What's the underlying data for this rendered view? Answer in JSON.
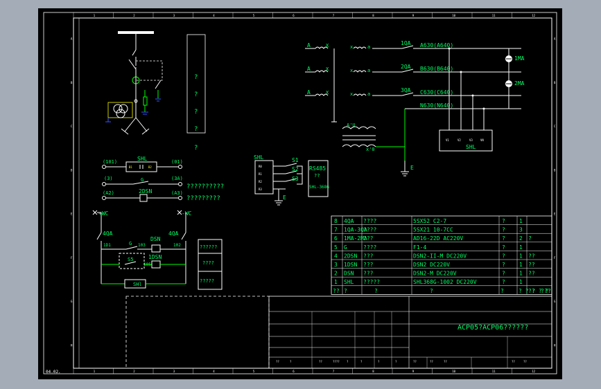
{
  "sheet": {
    "top_ruler": [
      "1",
      "2",
      "3",
      "4",
      "5",
      "6",
      "7",
      "8",
      "9",
      "10",
      "11",
      "12"
    ],
    "bottom_ruler": [
      "1",
      "2",
      "3",
      "4",
      "5",
      "6",
      "7",
      "8",
      "9",
      "10",
      "11",
      "12"
    ],
    "left_ruler": [
      "A",
      "B",
      "C",
      "D",
      "E",
      "F",
      "G",
      "H"
    ],
    "right_ruler": [
      "A",
      "B",
      "C",
      "D",
      "E",
      "F",
      "G",
      "H"
    ],
    "corner_label": "04.02."
  },
  "colors": {
    "background": "#000000",
    "frame": "#ffffff",
    "text": "#00ff66",
    "wire": "#ffffff",
    "accent_yellow": "#ffff00",
    "accent_blue": "#3355ff",
    "accent_green": "#00ff00"
  },
  "single_line": {
    "questions": [
      "?",
      "?",
      "?",
      "?",
      "?"
    ]
  },
  "current_transformers": {
    "phases": [
      "A",
      "A",
      "A"
    ],
    "x_labels": [
      "X",
      "X",
      "X"
    ],
    "secondary_x": [
      "x",
      "x",
      "x"
    ],
    "secondary_a": [
      "a",
      "a",
      "a"
    ],
    "fuses": [
      "1QA",
      "2QA",
      "3QA"
    ],
    "lines": [
      "A630(A640)",
      "B630(B640)",
      "C630(C640)",
      "N630(N640)"
    ],
    "lamps": [
      "1MA",
      "2MA"
    ],
    "meter_box": "SHL",
    "meter_terminals": [
      "V1",
      "V2",
      "V3",
      "VN"
    ],
    "cvt_labels": [
      "A'U",
      "x'0"
    ],
    "ground": "E"
  },
  "shl_block": {
    "title": "SHL",
    "switches": [
      "S1",
      "S2",
      "S3"
    ],
    "rs485": "RS485",
    "rs485_sub": "??",
    "model": "SHL-368G",
    "ground": "E",
    "terminals": [
      "R0",
      "R1",
      "R2",
      "R3"
    ]
  },
  "control": {
    "shl_label": "SHL",
    "left_terminal": "(101)",
    "right_terminal": "(01)",
    "shl_pins": [
      "B1",
      "B2"
    ],
    "row2_left": "(3)",
    "row2_mid": "G",
    "row2_right": "(3A)",
    "row3_left": "(A2)",
    "row3_mid": "2DSN",
    "row3_right": "(A3)",
    "note1": "??????????",
    "note2": "?????????",
    "plus_wc": "+WC",
    "minus_wc": "-WC",
    "qa_left": "4QA",
    "qa_right": "4QA",
    "n101": "1D1",
    "g": "G",
    "n103": "103",
    "dsn": "DSN",
    "n102": "102",
    "s5": "S5",
    "n105": "105",
    "dsn1": "1DSN",
    "shl_bottom": "SHl",
    "side_boxes": [
      "??????",
      "????",
      "?????"
    ]
  },
  "parts_table": {
    "rows": [
      {
        "no": "8",
        "code": "4QA",
        "name": "????",
        "model": "5SX52 C2-7",
        "unit": "?",
        "qty": "1",
        "note": ""
      },
      {
        "no": "7",
        "code": "1QA-3QA",
        "name": "????",
        "model": "5SX21 10-7CC",
        "unit": "?",
        "qty": "3",
        "note": ""
      },
      {
        "no": "6",
        "code": "1MA-2MA",
        "name": "???",
        "model": "AD16-22D AC220V",
        "unit": "?",
        "qty": "2",
        "note": "?"
      },
      {
        "no": "5",
        "code": "G",
        "name": "????",
        "model": "F1-4",
        "unit": "?",
        "qty": "1",
        "note": ""
      },
      {
        "no": "4",
        "code": "2DSN",
        "name": "???",
        "model": "DSN2-II-M DC220V",
        "unit": "?",
        "qty": "1",
        "note": "??"
      },
      {
        "no": "3",
        "code": "1DSN",
        "name": "???",
        "model": "DSN2 DC220V",
        "unit": "?",
        "qty": "1",
        "note": "??"
      },
      {
        "no": "2",
        "code": "DSN",
        "name": "???",
        "model": "DSN2-M DC220V",
        "unit": "?",
        "qty": "1",
        "note": "??"
      },
      {
        "no": "1",
        "code": "SHL",
        "name": "?????",
        "model": "SHL368G-1002 DC220V",
        "unit": "?",
        "qty": "1",
        "note": ""
      }
    ],
    "header": [
      "??",
      "?",
      "?",
      "?",
      "?",
      "? ? ? ? ?",
      "??",
      "??",
      "?"
    ]
  },
  "title_block": {
    "drawing_title": "ACP05?ACP06??????",
    "cells": [
      "??",
      "?",
      "??",
      "????",
      "?",
      "?",
      "?",
      "?",
      "??",
      "??",
      "??",
      "??",
      "??"
    ]
  }
}
